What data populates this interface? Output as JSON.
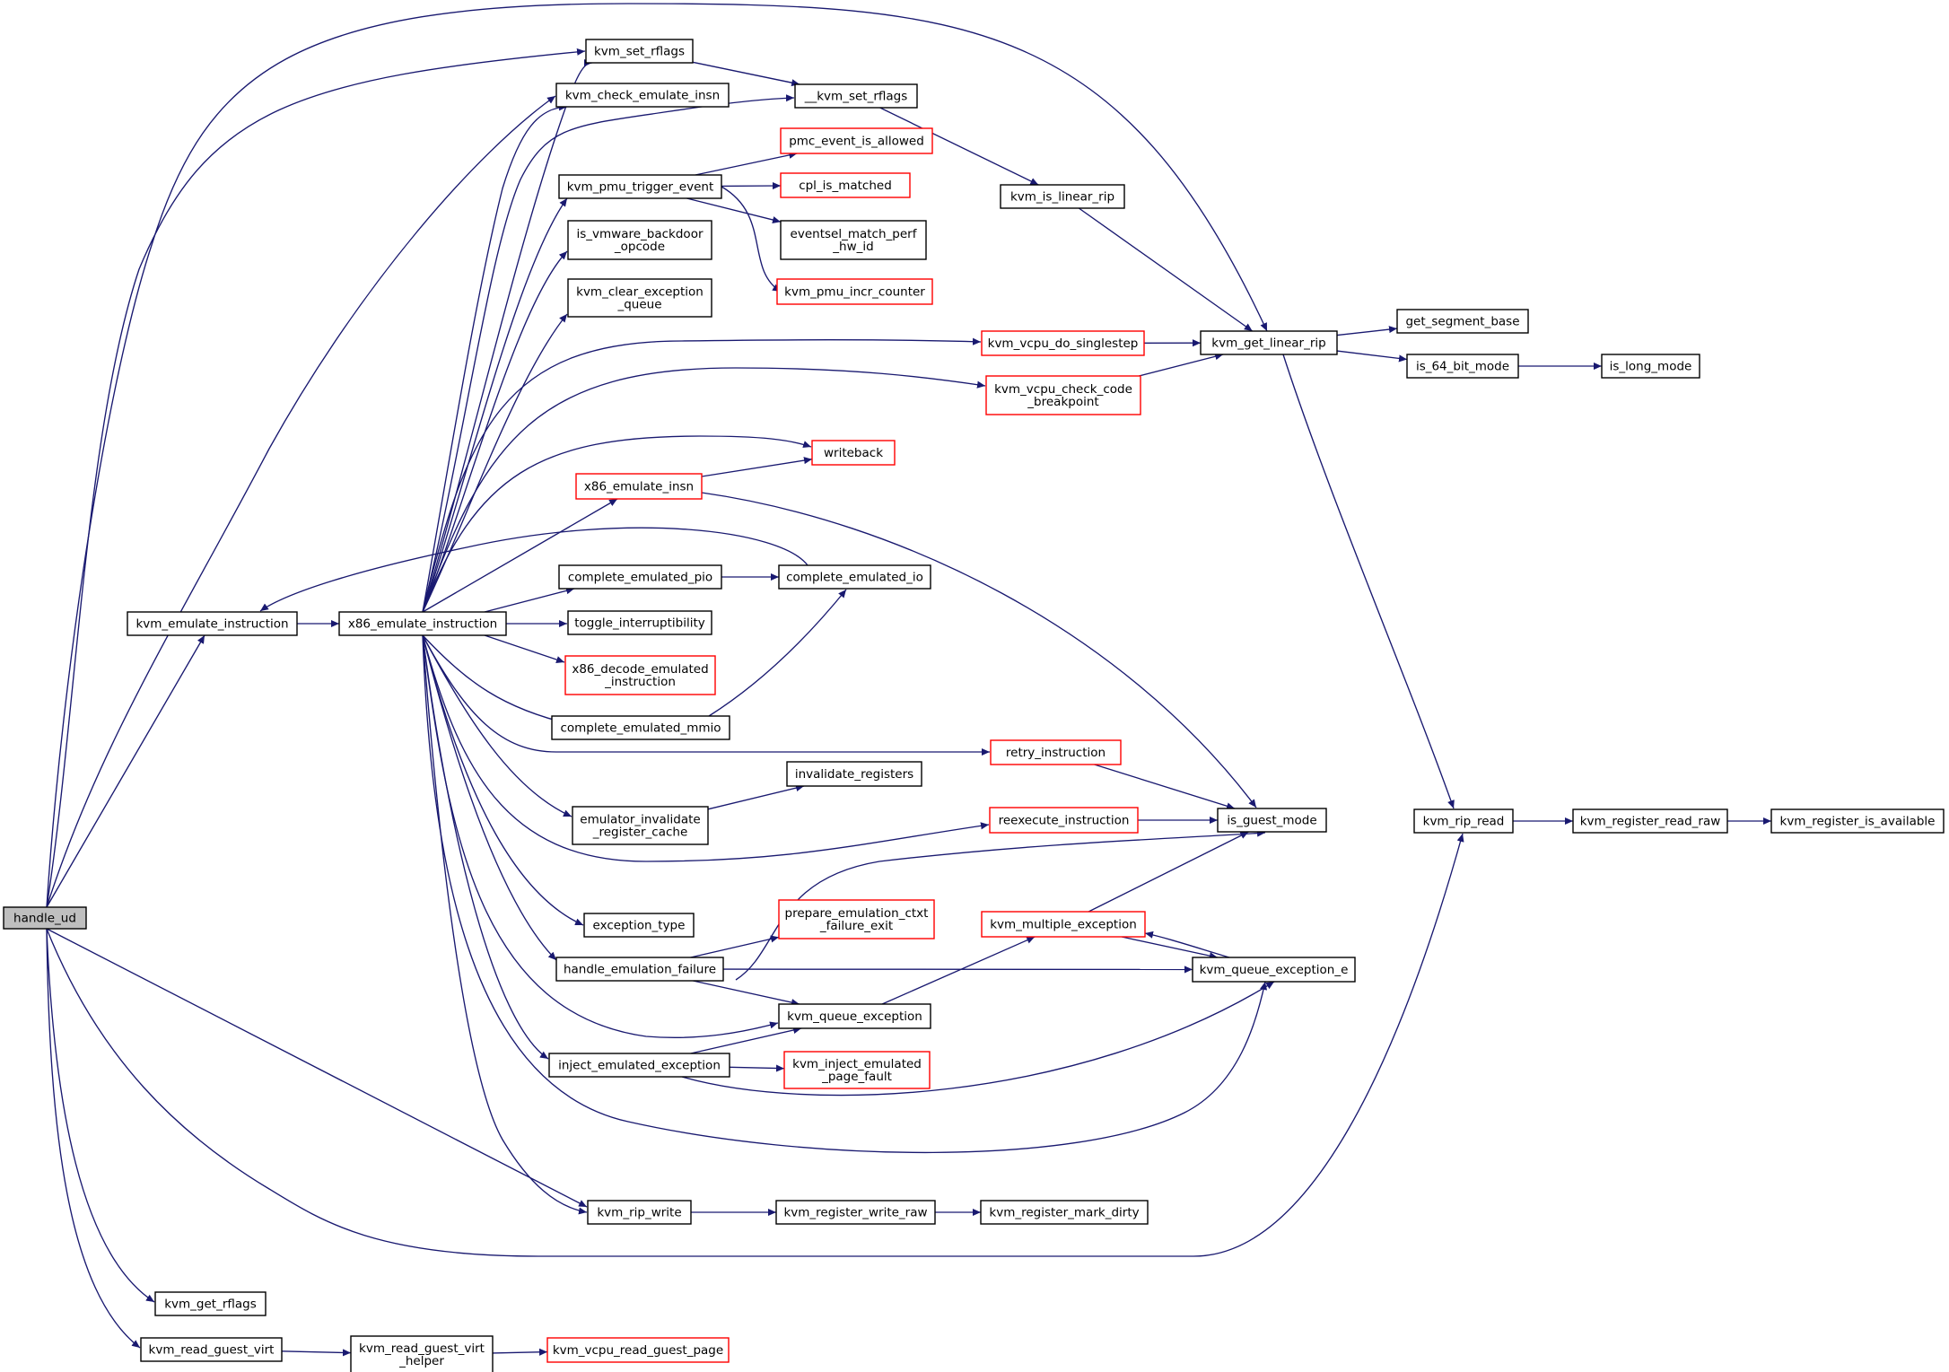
{
  "colors": {
    "edge": "#191970",
    "node_border_default": "#000000",
    "node_border_truncated": "#ff0000",
    "root_fill": "#bfbfbf",
    "node_fill": "#ffffff"
  },
  "nodes": [
    {
      "id": "handle_ud",
      "lines": [
        "handle_ud"
      ],
      "style": "root"
    },
    {
      "id": "kvm_emulate_instruction",
      "lines": [
        "kvm_emulate_instruction"
      ],
      "style": "default"
    },
    {
      "id": "x86_emulate_instruction",
      "lines": [
        "x86_emulate_instruction"
      ],
      "style": "default"
    },
    {
      "id": "kvm_set_rflags",
      "lines": [
        "kvm_set_rflags"
      ],
      "style": "default"
    },
    {
      "id": "kvm_check_emulate_insn",
      "lines": [
        "kvm_check_emulate_insn"
      ],
      "style": "default"
    },
    {
      "id": "__kvm_set_rflags",
      "lines": [
        "__kvm_set_rflags"
      ],
      "style": "default"
    },
    {
      "id": "pmc_event_is_allowed",
      "lines": [
        "pmc_event_is_allowed"
      ],
      "style": "truncated"
    },
    {
      "id": "kvm_pmu_trigger_event",
      "lines": [
        "kvm_pmu_trigger_event"
      ],
      "style": "default"
    },
    {
      "id": "cpl_is_matched",
      "lines": [
        "cpl_is_matched"
      ],
      "style": "truncated"
    },
    {
      "id": "kvm_is_linear_rip",
      "lines": [
        "kvm_is_linear_rip"
      ],
      "style": "default"
    },
    {
      "id": "is_vmware_backdoor_opcode",
      "lines": [
        "is_vmware_backdoor",
        "_opcode"
      ],
      "style": "default"
    },
    {
      "id": "eventsel_match_perf_hw_id",
      "lines": [
        "eventsel_match_perf",
        "_hw_id"
      ],
      "style": "default"
    },
    {
      "id": "kvm_clear_exception_queue",
      "lines": [
        "kvm_clear_exception",
        "_queue"
      ],
      "style": "default"
    },
    {
      "id": "kvm_pmu_incr_counter",
      "lines": [
        "kvm_pmu_incr_counter"
      ],
      "style": "truncated"
    },
    {
      "id": "get_segment_base",
      "lines": [
        "get_segment_base"
      ],
      "style": "default"
    },
    {
      "id": "kvm_vcpu_do_singlestep",
      "lines": [
        "kvm_vcpu_do_singlestep"
      ],
      "style": "truncated"
    },
    {
      "id": "kvm_get_linear_rip",
      "lines": [
        "kvm_get_linear_rip"
      ],
      "style": "default"
    },
    {
      "id": "is_64_bit_mode",
      "lines": [
        "is_64_bit_mode"
      ],
      "style": "default"
    },
    {
      "id": "is_long_mode",
      "lines": [
        "is_long_mode"
      ],
      "style": "default"
    },
    {
      "id": "kvm_vcpu_check_code_breakpoint",
      "lines": [
        "kvm_vcpu_check_code",
        "_breakpoint"
      ],
      "style": "truncated"
    },
    {
      "id": "writeback",
      "lines": [
        "writeback"
      ],
      "style": "truncated"
    },
    {
      "id": "x86_emulate_insn",
      "lines": [
        "x86_emulate_insn"
      ],
      "style": "truncated"
    },
    {
      "id": "complete_emulated_io",
      "lines": [
        "complete_emulated_io"
      ],
      "style": "default"
    },
    {
      "id": "complete_emulated_pio",
      "lines": [
        "complete_emulated_pio"
      ],
      "style": "default"
    },
    {
      "id": "toggle_interruptibility",
      "lines": [
        "toggle_interruptibility"
      ],
      "style": "default"
    },
    {
      "id": "x86_decode_emulated_instruction",
      "lines": [
        "x86_decode_emulated",
        "_instruction"
      ],
      "style": "truncated"
    },
    {
      "id": "complete_emulated_mmio",
      "lines": [
        "complete_emulated_mmio"
      ],
      "style": "default"
    },
    {
      "id": "retry_instruction",
      "lines": [
        "retry_instruction"
      ],
      "style": "truncated"
    },
    {
      "id": "invalidate_registers",
      "lines": [
        "invalidate_registers"
      ],
      "style": "default"
    },
    {
      "id": "emulator_invalidate_register_cache",
      "lines": [
        "emulator_invalidate",
        "_register_cache"
      ],
      "style": "default"
    },
    {
      "id": "reexecute_instruction",
      "lines": [
        "reexecute_instruction"
      ],
      "style": "truncated"
    },
    {
      "id": "is_guest_mode",
      "lines": [
        "is_guest_mode"
      ],
      "style": "default"
    },
    {
      "id": "kvm_rip_read",
      "lines": [
        "kvm_rip_read"
      ],
      "style": "default"
    },
    {
      "id": "kvm_register_read_raw",
      "lines": [
        "kvm_register_read_raw"
      ],
      "style": "default"
    },
    {
      "id": "kvm_register_is_available",
      "lines": [
        "kvm_register_is_available"
      ],
      "style": "default"
    },
    {
      "id": "exception_type",
      "lines": [
        "exception_type"
      ],
      "style": "default"
    },
    {
      "id": "prepare_emulation_ctxt_failure_exit",
      "lines": [
        "prepare_emulation_ctxt",
        "_failure_exit"
      ],
      "style": "truncated"
    },
    {
      "id": "kvm_multiple_exception",
      "lines": [
        "kvm_multiple_exception"
      ],
      "style": "truncated"
    },
    {
      "id": "handle_emulation_failure",
      "lines": [
        "handle_emulation_failure"
      ],
      "style": "default"
    },
    {
      "id": "kvm_queue_exception_e",
      "lines": [
        "kvm_queue_exception_e"
      ],
      "style": "default"
    },
    {
      "id": "kvm_queue_exception",
      "lines": [
        "kvm_queue_exception"
      ],
      "style": "default"
    },
    {
      "id": "inject_emulated_exception",
      "lines": [
        "inject_emulated_exception"
      ],
      "style": "default"
    },
    {
      "id": "kvm_inject_emulated_page_fault",
      "lines": [
        "kvm_inject_emulated",
        "_page_fault"
      ],
      "style": "truncated"
    },
    {
      "id": "kvm_rip_write",
      "lines": [
        "kvm_rip_write"
      ],
      "style": "default"
    },
    {
      "id": "kvm_register_write_raw",
      "lines": [
        "kvm_register_write_raw"
      ],
      "style": "default"
    },
    {
      "id": "kvm_register_mark_dirty",
      "lines": [
        "kvm_register_mark_dirty"
      ],
      "style": "default"
    },
    {
      "id": "kvm_get_rflags",
      "lines": [
        "kvm_get_rflags"
      ],
      "style": "default"
    },
    {
      "id": "kvm_read_guest_virt",
      "lines": [
        "kvm_read_guest_virt"
      ],
      "style": "default"
    },
    {
      "id": "kvm_read_guest_virt_helper",
      "lines": [
        "kvm_read_guest_virt",
        "_helper"
      ],
      "style": "default"
    },
    {
      "id": "kvm_vcpu_read_guest_page",
      "lines": [
        "kvm_vcpu_read_guest_page"
      ],
      "style": "truncated"
    }
  ],
  "edges": [
    {
      "from": "handle_ud",
      "to": "kvm_set_rflags"
    },
    {
      "from": "handle_ud",
      "to": "kvm_get_linear_rip"
    },
    {
      "from": "handle_ud",
      "to": "kvm_check_emulate_insn"
    },
    {
      "from": "handle_ud",
      "to": "kvm_emulate_instruction"
    },
    {
      "from": "handle_ud",
      "to": "kvm_rip_write"
    },
    {
      "from": "handle_ud",
      "to": "kvm_rip_read"
    },
    {
      "from": "handle_ud",
      "to": "kvm_get_rflags"
    },
    {
      "from": "handle_ud",
      "to": "kvm_read_guest_virt"
    },
    {
      "from": "kvm_emulate_instruction",
      "to": "x86_emulate_instruction"
    },
    {
      "from": "x86_emulate_instruction",
      "to": "kvm_set_rflags"
    },
    {
      "from": "x86_emulate_instruction",
      "to": "kvm_check_emulate_insn"
    },
    {
      "from": "x86_emulate_instruction",
      "to": "__kvm_set_rflags"
    },
    {
      "from": "x86_emulate_instruction",
      "to": "kvm_pmu_trigger_event"
    },
    {
      "from": "x86_emulate_instruction",
      "to": "is_vmware_backdoor_opcode"
    },
    {
      "from": "x86_emulate_instruction",
      "to": "kvm_clear_exception_queue"
    },
    {
      "from": "x86_emulate_instruction",
      "to": "kvm_vcpu_do_singlestep"
    },
    {
      "from": "x86_emulate_instruction",
      "to": "kvm_vcpu_check_code_breakpoint"
    },
    {
      "from": "x86_emulate_instruction",
      "to": "writeback"
    },
    {
      "from": "x86_emulate_instruction",
      "to": "x86_emulate_insn"
    },
    {
      "from": "x86_emulate_instruction",
      "to": "complete_emulated_pio"
    },
    {
      "from": "x86_emulate_instruction",
      "to": "toggle_interruptibility"
    },
    {
      "from": "x86_emulate_instruction",
      "to": "x86_decode_emulated_instruction"
    },
    {
      "from": "x86_emulate_instruction",
      "to": "complete_emulated_mmio"
    },
    {
      "from": "x86_emulate_instruction",
      "to": "retry_instruction"
    },
    {
      "from": "x86_emulate_instruction",
      "to": "emulator_invalidate_register_cache"
    },
    {
      "from": "x86_emulate_instruction",
      "to": "reexecute_instruction"
    },
    {
      "from": "x86_emulate_instruction",
      "to": "exception_type"
    },
    {
      "from": "x86_emulate_instruction",
      "to": "handle_emulation_failure"
    },
    {
      "from": "x86_emulate_instruction",
      "to": "kvm_queue_exception"
    },
    {
      "from": "x86_emulate_instruction",
      "to": "inject_emulated_exception"
    },
    {
      "from": "x86_emulate_instruction",
      "to": "kvm_queue_exception_e"
    },
    {
      "from": "x86_emulate_instruction",
      "to": "kvm_rip_write"
    },
    {
      "from": "complete_emulated_io",
      "to": "kvm_emulate_instruction"
    },
    {
      "from": "kvm_set_rflags",
      "to": "__kvm_set_rflags"
    },
    {
      "from": "__kvm_set_rflags",
      "to": "kvm_is_linear_rip"
    },
    {
      "from": "kvm_is_linear_rip",
      "to": "kvm_get_linear_rip"
    },
    {
      "from": "kvm_pmu_trigger_event",
      "to": "pmc_event_is_allowed"
    },
    {
      "from": "kvm_pmu_trigger_event",
      "to": "cpl_is_matched"
    },
    {
      "from": "kvm_pmu_trigger_event",
      "to": "eventsel_match_perf_hw_id"
    },
    {
      "from": "kvm_pmu_trigger_event",
      "to": "kvm_pmu_incr_counter"
    },
    {
      "from": "kvm_vcpu_do_singlestep",
      "to": "kvm_get_linear_rip"
    },
    {
      "from": "kvm_vcpu_check_code_breakpoint",
      "to": "kvm_get_linear_rip"
    },
    {
      "from": "kvm_get_linear_rip",
      "to": "get_segment_base"
    },
    {
      "from": "kvm_get_linear_rip",
      "to": "is_64_bit_mode"
    },
    {
      "from": "kvm_get_linear_rip",
      "to": "kvm_rip_read"
    },
    {
      "from": "is_64_bit_mode",
      "to": "is_long_mode"
    },
    {
      "from": "x86_emulate_insn",
      "to": "writeback"
    },
    {
      "from": "x86_emulate_insn",
      "to": "is_guest_mode"
    },
    {
      "from": "complete_emulated_pio",
      "to": "complete_emulated_io"
    },
    {
      "from": "complete_emulated_mmio",
      "to": "complete_emulated_io"
    },
    {
      "from": "retry_instruction",
      "to": "is_guest_mode"
    },
    {
      "from": "emulator_invalidate_register_cache",
      "to": "invalidate_registers"
    },
    {
      "from": "reexecute_instruction",
      "to": "is_guest_mode"
    },
    {
      "from": "kvm_rip_read",
      "to": "kvm_register_read_raw"
    },
    {
      "from": "kvm_register_read_raw",
      "to": "kvm_register_is_available"
    },
    {
      "from": "handle_emulation_failure",
      "to": "prepare_emulation_ctxt_failure_exit"
    },
    {
      "from": "handle_emulation_failure",
      "to": "is_guest_mode"
    },
    {
      "from": "handle_emulation_failure",
      "to": "kvm_queue_exception_e"
    },
    {
      "from": "handle_emulation_failure",
      "to": "kvm_queue_exception"
    },
    {
      "from": "kvm_multiple_exception",
      "to": "is_guest_mode"
    },
    {
      "from": "kvm_multiple_exception",
      "to": "kvm_queue_exception_e"
    },
    {
      "from": "kvm_queue_exception_e",
      "to": "kvm_multiple_exception"
    },
    {
      "from": "kvm_queue_exception",
      "to": "kvm_multiple_exception"
    },
    {
      "from": "inject_emulated_exception",
      "to": "kvm_inject_emulated_page_fault"
    },
    {
      "from": "inject_emulated_exception",
      "to": "kvm_queue_exception"
    },
    {
      "from": "inject_emulated_exception",
      "to": "kvm_queue_exception_e"
    },
    {
      "from": "kvm_rip_write",
      "to": "kvm_register_write_raw"
    },
    {
      "from": "kvm_register_write_raw",
      "to": "kvm_register_mark_dirty"
    },
    {
      "from": "kvm_read_guest_virt",
      "to": "kvm_read_guest_virt_helper"
    },
    {
      "from": "kvm_read_guest_virt_helper",
      "to": "kvm_vcpu_read_guest_page"
    }
  ]
}
